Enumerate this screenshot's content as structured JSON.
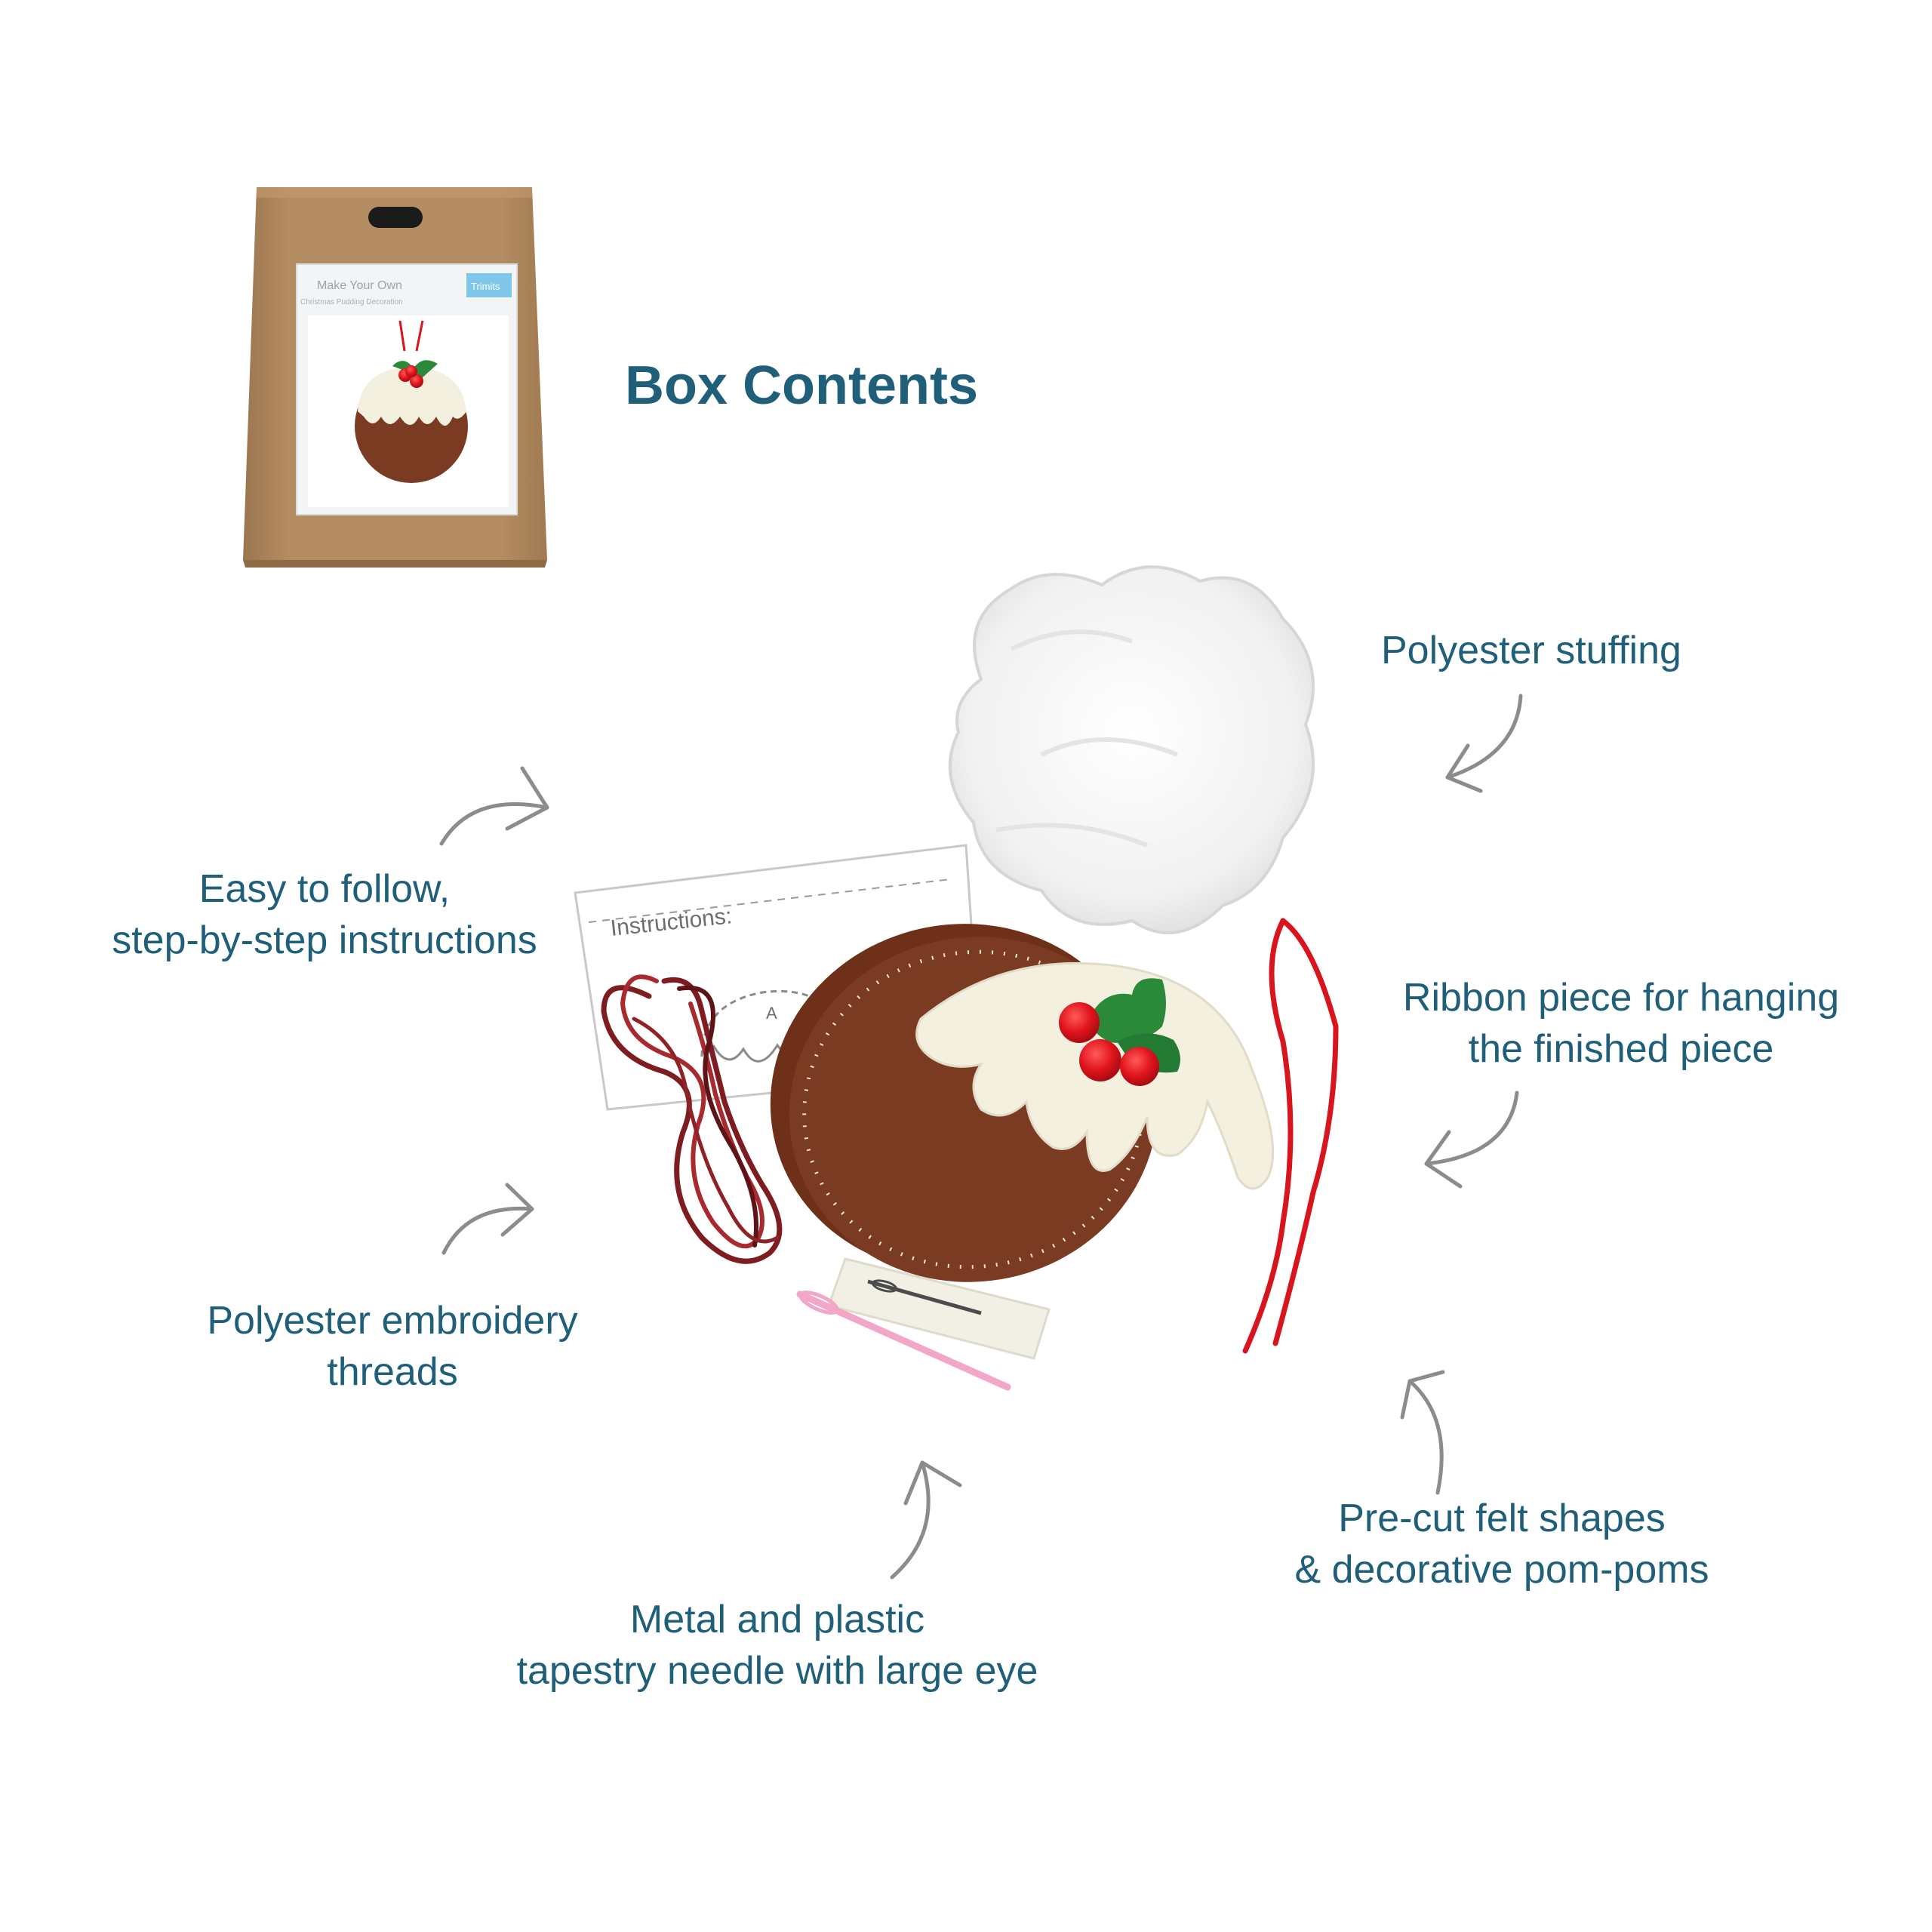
{
  "heading": "Box Contents",
  "package": {
    "card_line1": "Make Your Own",
    "card_line2": "Christmas Pudding Decoration",
    "brand": "Trimits"
  },
  "instructions_sheet": {
    "title": "Instructions:",
    "piece_letter": "A"
  },
  "labels": {
    "stuffing": "Polyester stuffing",
    "instructions_l1": "Easy to follow,",
    "instructions_l2": "step-by-step instructions",
    "ribbon_l1": "Ribbon piece for hanging",
    "ribbon_l2": "the finished piece",
    "threads_l1": "Polyester embroidery",
    "threads_l2": "threads",
    "felt_l1": "Pre-cut felt shapes",
    "felt_l2": "& decorative pom-poms",
    "needle_l1": "Metal and plastic",
    "needle_l2": "tapestry needle with large eye"
  },
  "colors": {
    "text": "#1f5f7a",
    "kraft": "#b0885e",
    "felt_brown": "#7b3a22",
    "felt_cream": "#f3f0e0",
    "holly_green": "#2a8a3a",
    "berry_red": "#d8141c",
    "thread_red": "#8a1e22",
    "needle_pink": "#f2a6c8",
    "arrow_gray": "#8c8c8c"
  },
  "icons": [
    "curved-arrow-icon",
    "holly-icon",
    "pom-pom-icon",
    "needle-icon"
  ]
}
